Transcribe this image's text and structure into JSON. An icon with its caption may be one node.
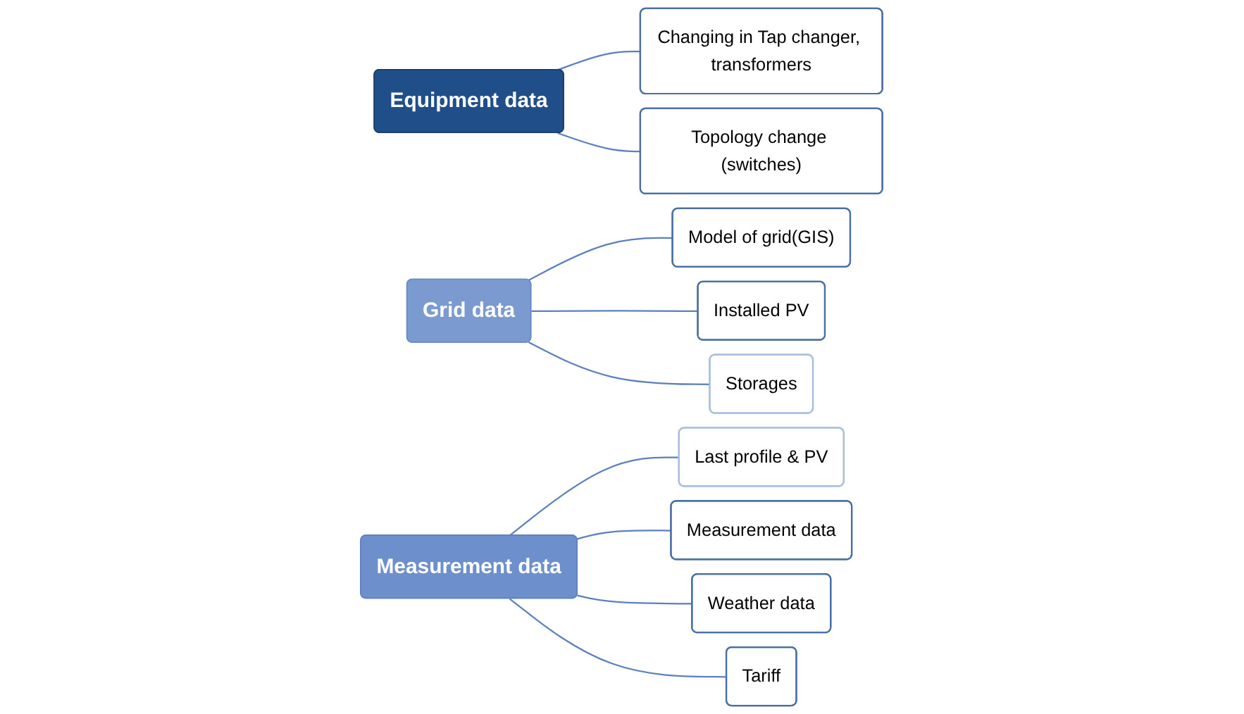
{
  "diagram": {
    "nodes": [
      {
        "text": [
          "Equipment data"
        ]
      },
      {
        "text": [
          "Changing in Tap changer, transformers"
        ]
      },
      {
        "text": [
          "Topology change (switches)"
        ]
      },
      {
        "text": [
          "Grid data"
        ]
      },
      {
        "text": [
          "Model of grid(GIS)"
        ]
      },
      {
        "text": [
          "Installed PV"
        ]
      },
      {
        "text": [
          "Storages"
        ]
      },
      {
        "text": [
          "Measurement data"
        ]
      },
      {
        "text": [
          "Last profile & PV"
        ]
      },
      {
        "text": [
          "Measurement data"
        ]
      },
      {
        "text": [
          "Weather data"
        ]
      },
      {
        "text": [
          "Tariff"
        ]
      }
    ],
    "edges": [
      {
        "from": 0,
        "to": 1,
        "arrow": "none"
      },
      {
        "from": 0,
        "to": 2,
        "arrow": "none"
      },
      {
        "from": 3,
        "to": 4,
        "arrow": "none"
      },
      {
        "from": 3,
        "to": 5,
        "arrow": "none"
      },
      {
        "from": 3,
        "to": 6,
        "arrow": "none"
      },
      {
        "from": 7,
        "to": 8,
        "arrow": "none"
      },
      {
        "from": 7,
        "to": 9,
        "arrow": "none"
      },
      {
        "from": 7,
        "to": 10,
        "arrow": "none"
      },
      {
        "from": 7,
        "to": 11,
        "arrow": "none"
      }
    ]
  }
}
